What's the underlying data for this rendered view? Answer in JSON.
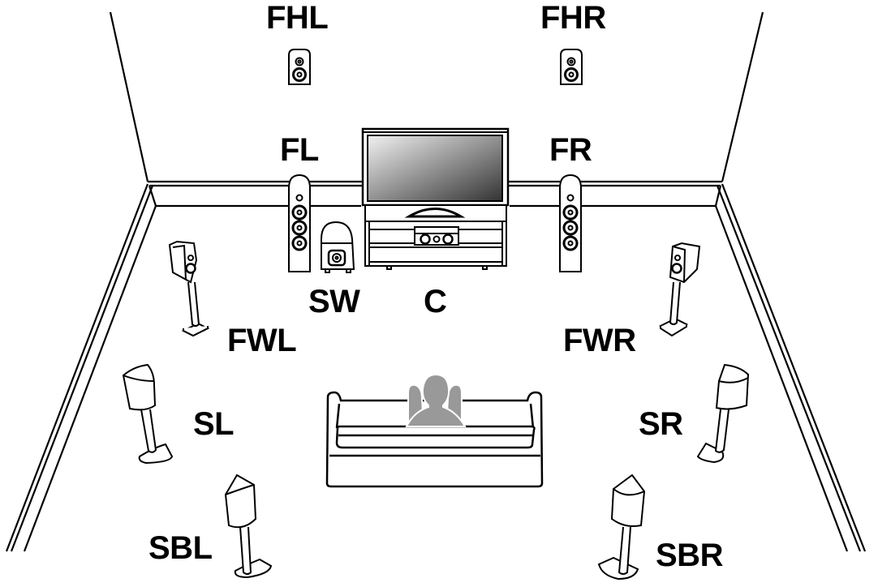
{
  "diagram": {
    "title": "",
    "description": "Speaker layout in a room: 11.1-style surround configuration around a TV and listener sofa",
    "colors": {
      "line": "#000000",
      "background": "#ffffff",
      "listener": "#999999",
      "screen_light": "#eeeeee",
      "screen_dark": "#3a3a3a"
    },
    "nodes": [
      {
        "id": "FHL",
        "label": "FHL",
        "type": "speaker-bookshelf-height"
      },
      {
        "id": "FHR",
        "label": "FHR",
        "type": "speaker-bookshelf-height"
      },
      {
        "id": "FL",
        "label": "FL",
        "type": "speaker-tower"
      },
      {
        "id": "FR",
        "label": "FR",
        "type": "speaker-tower"
      },
      {
        "id": "SW",
        "label": "SW",
        "type": "subwoofer"
      },
      {
        "id": "C",
        "label": "C",
        "type": "center-speaker"
      },
      {
        "id": "FWL",
        "label": "FWL",
        "type": "speaker-stand"
      },
      {
        "id": "FWR",
        "label": "FWR",
        "type": "speaker-stand"
      },
      {
        "id": "SL",
        "label": "SL",
        "type": "speaker-surround"
      },
      {
        "id": "SR",
        "label": "SR",
        "type": "speaker-surround"
      },
      {
        "id": "SBL",
        "label": "SBL",
        "type": "speaker-surround-back"
      },
      {
        "id": "SBR",
        "label": "SBR",
        "type": "speaker-surround-back"
      },
      {
        "id": "TV",
        "label": "",
        "type": "television"
      },
      {
        "id": "LISTENER",
        "label": "",
        "type": "listener-on-sofa"
      }
    ],
    "labels": {
      "fhl": "FHL",
      "fhr": "FHR",
      "fl": "FL",
      "fr": "FR",
      "sw": "SW",
      "c": "C",
      "fwl": "FWL",
      "fwr": "FWR",
      "sl": "SL",
      "sr": "SR",
      "sbl": "SBL",
      "sbr": "SBR"
    }
  }
}
